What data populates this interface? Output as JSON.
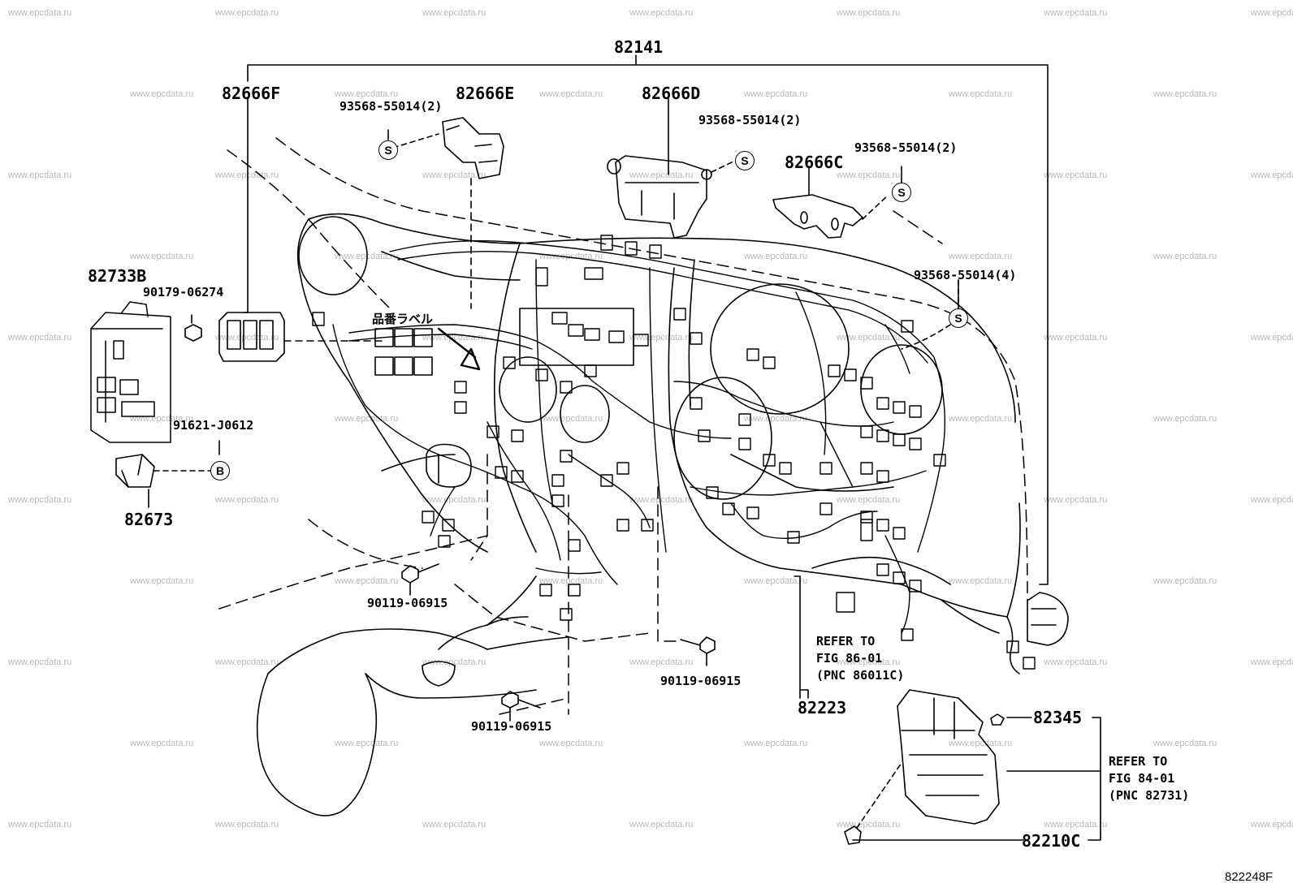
{
  "watermark": "www.epcdata.ru",
  "figure_code": "822248F",
  "part_numbers": {
    "top_assembly": "82141",
    "bracket_f": "82666F",
    "bracket_e": "82666E",
    "bracket_d": "82666D",
    "bracket_c": "82666C",
    "junction_block": "82733B",
    "bracket_82673": "82673",
    "protector": "82223",
    "clamp": "82345",
    "block_c": "82210C"
  },
  "fasteners": {
    "screw_e": "93568-55014(2)",
    "screw_d": "93568-55014(2)",
    "screw_c": "93568-55014(2)",
    "screw_right": "93568-55014(4)",
    "nut": "90179-06274",
    "bolt_b": "91621-J0612",
    "bolt_left": "90119-06915",
    "bolt_center": "90119-06915",
    "bolt_right": "90119-06915"
  },
  "callout_symbols": {
    "screw": "S",
    "bolt": "B"
  },
  "japanese_label": "品番ラベル",
  "notes": {
    "refer_86": [
      "REFER TO",
      "FIG 86-01",
      "(PNC 86011C)"
    ],
    "refer_84": [
      "REFER TO",
      "FIG 84-01",
      "(PNC 82731)"
    ]
  }
}
